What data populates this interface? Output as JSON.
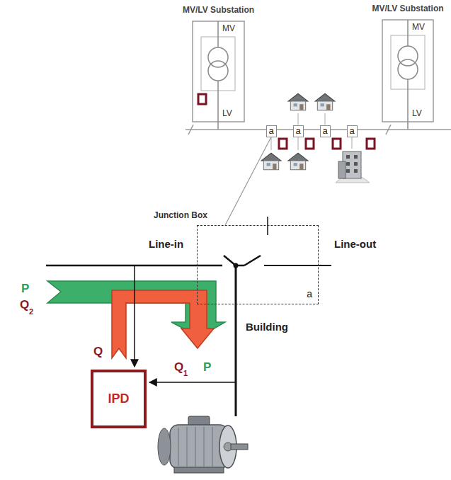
{
  "diagram": {
    "nodes": [
      {
        "text": [
          "MV/LV Substation",
          "MV",
          "LV"
        ]
      },
      {
        "text": [
          "MV/LV Substation",
          "MV",
          "LV"
        ]
      },
      {
        "text": [
          "a"
        ]
      },
      {
        "text": [
          "a"
        ]
      },
      {
        "text": [
          "a"
        ]
      },
      {
        "text": [
          "a"
        ]
      },
      {
        "text": [
          "Junction Box",
          "a"
        ]
      },
      {
        "text": [
          "IPD"
        ]
      }
    ],
    "edges": [
      {
        "from": 2,
        "to": 6,
        "arrow": "none"
      }
    ],
    "labels": [
      "Line-in",
      "Line-out",
      "P",
      "Q",
      "2",
      "Q",
      "Q",
      "1",
      "P",
      "Building"
    ]
  }
}
